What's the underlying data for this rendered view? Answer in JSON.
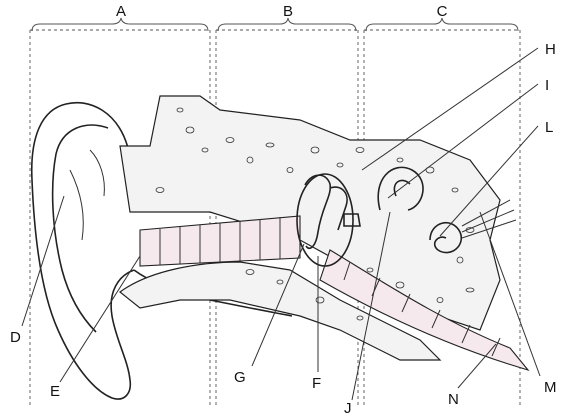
{
  "diagram": {
    "section_labels": [
      "A",
      "B",
      "C"
    ],
    "part_labels": [
      "H",
      "I",
      "L",
      "D",
      "E",
      "G",
      "F",
      "J",
      "N",
      "M"
    ]
  },
  "colors": {
    "ink": "#222222",
    "canal_tint": "#f6e9ee",
    "bone_fill": "#f3f3f3"
  }
}
